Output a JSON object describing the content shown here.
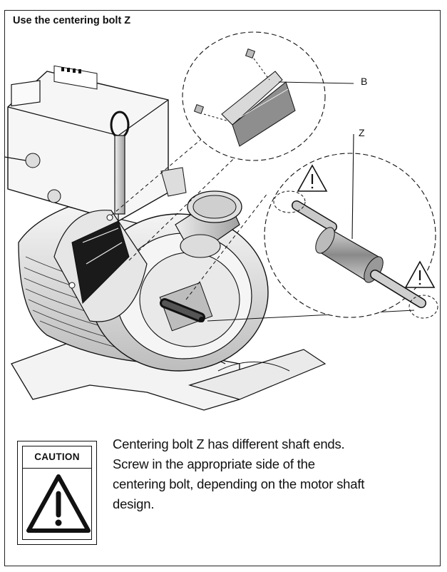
{
  "header": {
    "title": "Use the centering bolt  Z"
  },
  "illustration": {
    "label_b": "B",
    "label_z": "Z"
  },
  "caution": {
    "label": "CAUTION",
    "icon": "warning-triangle-icon"
  },
  "note": {
    "lines": [
      "Centering bolt Z has different shaft ends.",
      "Screw in the appropriate side of the",
      "centering bolt, depending on the motor shaft",
      "design."
    ]
  }
}
